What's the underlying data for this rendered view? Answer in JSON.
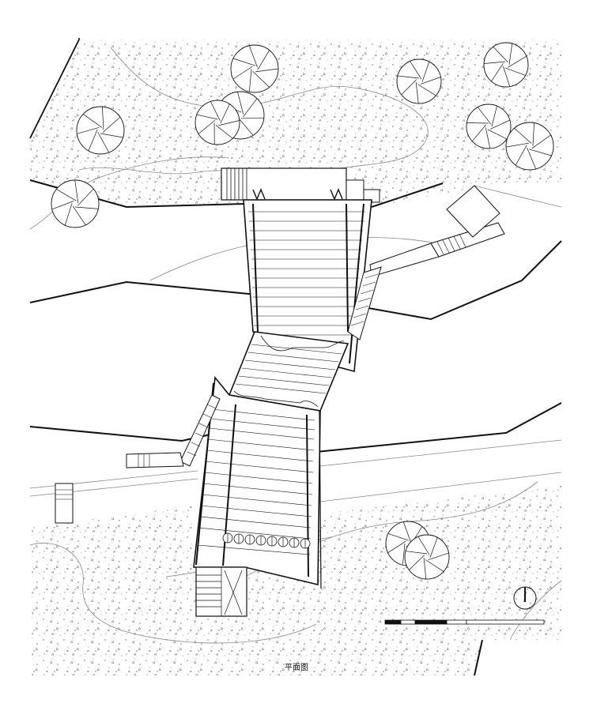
{
  "drawing": {
    "caption": "平面图",
    "elements": {
      "terrain": "terrain",
      "contours": "contours",
      "trees": "trees",
      "contour_lines": "contour-lines",
      "bridge": "stepped-bridge",
      "side_stairs": "side-stairs",
      "north_arrow": "north-arrow",
      "scale_bar": "scale-bar"
    },
    "colors": {
      "ink": "#111111",
      "contour": "#888888",
      "terrain_dot": "#6b6b6b",
      "paper": "#ffffff"
    },
    "icons": {
      "north": "north-arrow-icon",
      "tree": "tree-symbol-icon"
    }
  }
}
